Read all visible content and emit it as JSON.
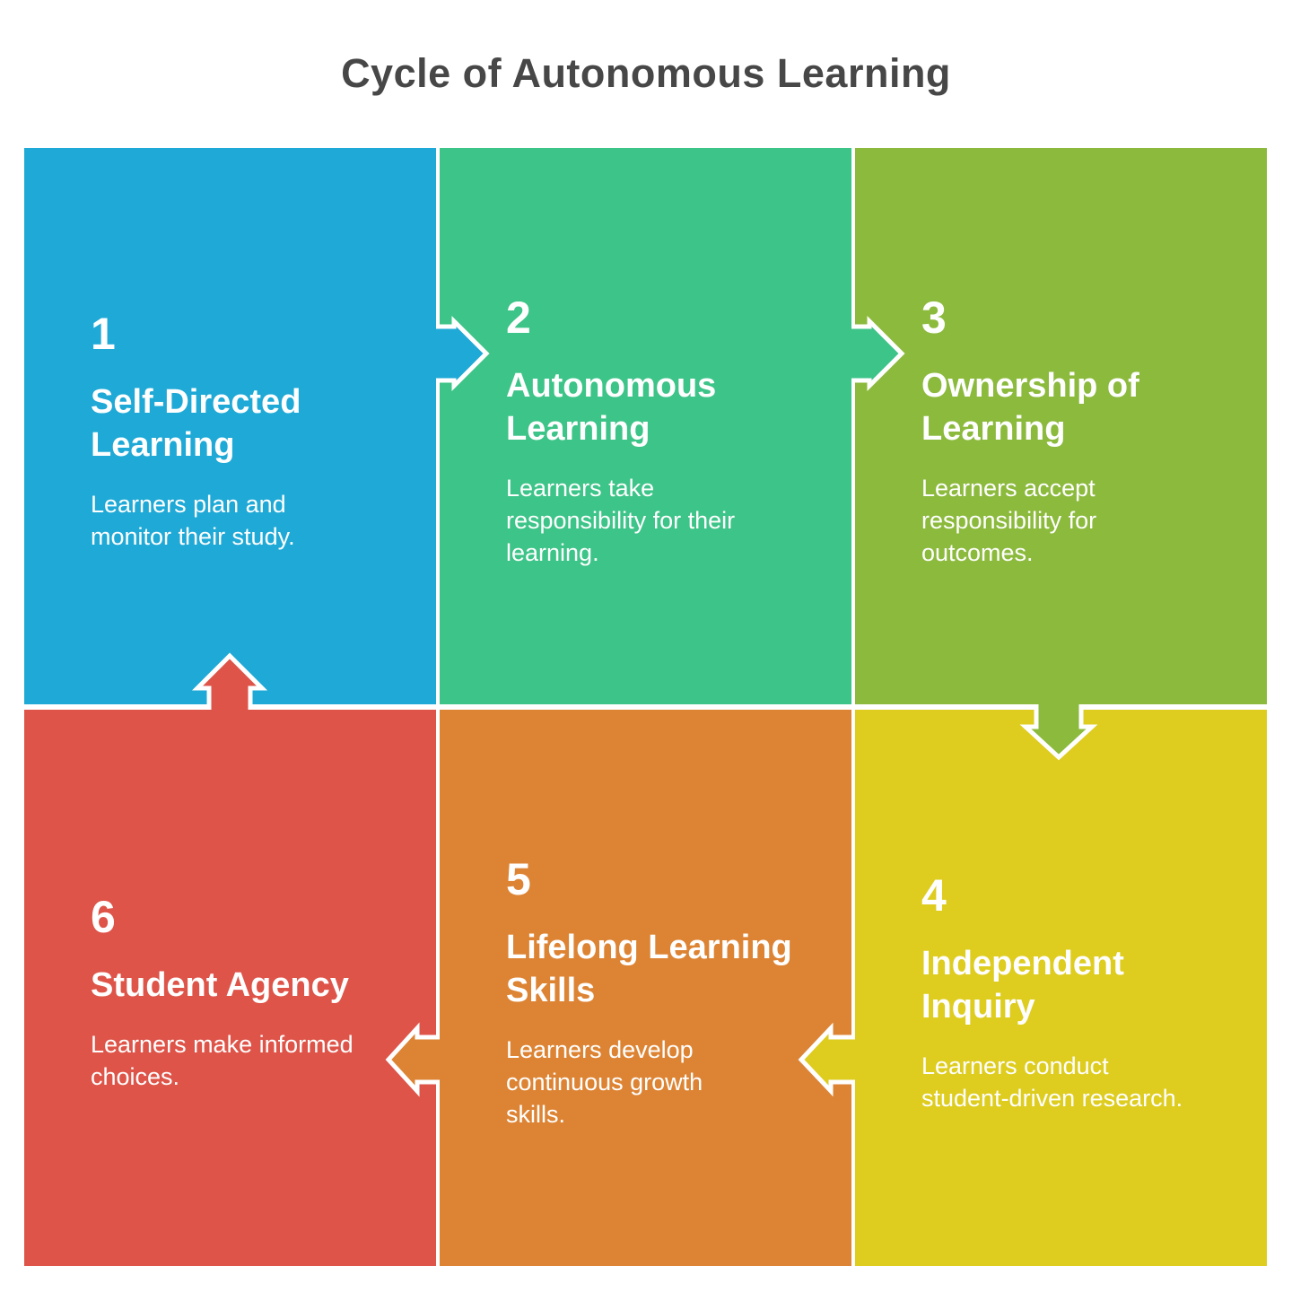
{
  "title": "Cycle of Autonomous Learning",
  "colors": {
    "background": "#FFFFFF",
    "title_text": "#474747",
    "panel_text": "#FFFFFF",
    "arrow_outline": "#FFFFFF",
    "blue": "#1FA9D6",
    "green": "#3DC488",
    "olive": "#8CBA3D",
    "yellow": "#DECC1F",
    "orange": "#DD8434",
    "red": "#DE5449"
  },
  "panels": [
    {
      "number": "1",
      "title": "Self-Directed\nLearning",
      "description": "Learners plan and\nmonitor their study.",
      "color": "#1FA9D6"
    },
    {
      "number": "2",
      "title": "Autonomous\nLearning",
      "description": "Learners take\nresponsibility for their\nlearning.",
      "color": "#3DC488"
    },
    {
      "number": "3",
      "title": "Ownership of\nLearning",
      "description": "Learners accept\nresponsibility for\noutcomes.",
      "color": "#8CBA3D"
    },
    {
      "number": "4",
      "title": "Independent\nInquiry",
      "description": "Learners conduct\nstudent-driven research.",
      "color": "#DECC1F"
    },
    {
      "number": "5",
      "title": "Lifelong Learning\nSkills",
      "description": "Learners develop\ncontinuous growth\nskills.",
      "color": "#DD8434"
    },
    {
      "number": "6",
      "title": "Student Agency",
      "description": "Learners make informed\nchoices.",
      "color": "#DE5449"
    }
  ]
}
